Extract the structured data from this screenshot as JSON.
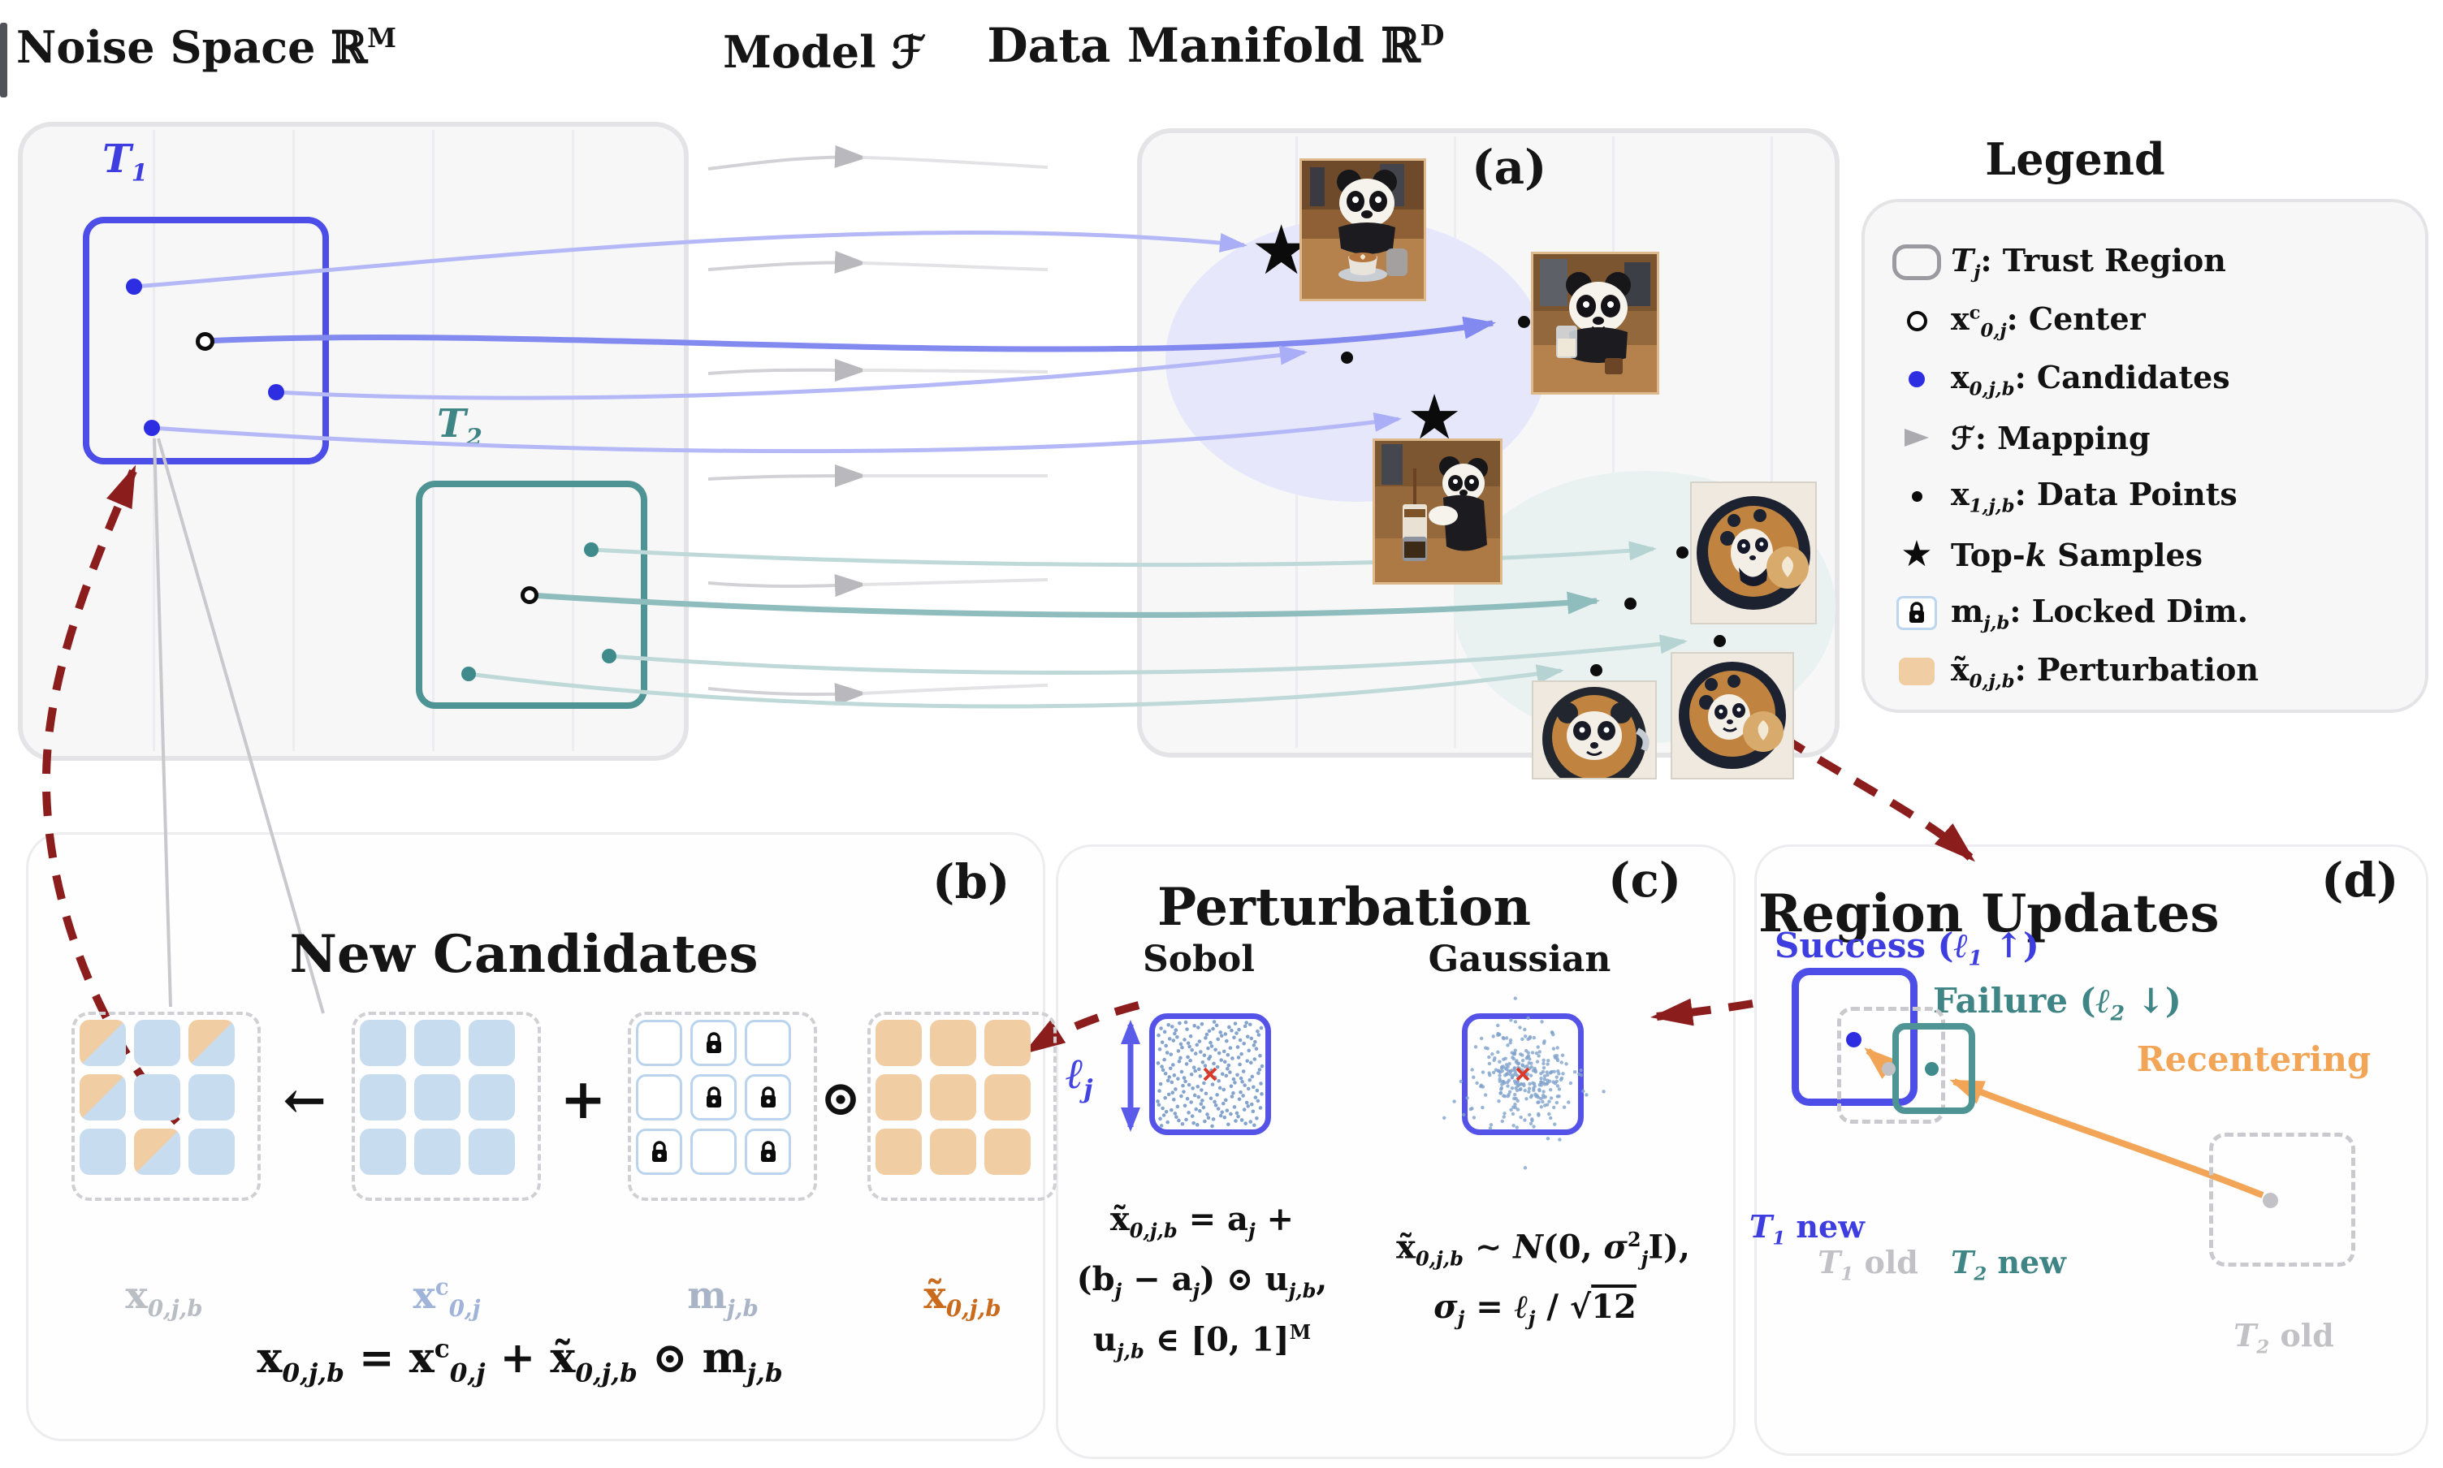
{
  "palette": {
    "trust_blue": "#4d4de8",
    "trust_teal": "#4f9494",
    "purple_arrow": "#a9aef6",
    "purple_arrow_strong": "#8289ef",
    "teal_arrow": "#b5d3d3",
    "teal_arrow_strong": "#8fbcbc",
    "gray_arrow": "#c3c3c7",
    "dark_red": "#8b1d1d",
    "orange": "#f2a557",
    "peach": "#f1cda3",
    "cell_blue": "#c8dcf0",
    "lavender_blob": "#e7e7fb",
    "teal_blob": "#e9f2f0",
    "gray_label": "#b9bdc4",
    "orange_label": "#c96a1d",
    "blue_label": "#9fb4d8",
    "red_x": "#d93a2b"
  },
  "titles": {
    "noise": [
      [
        "n",
        "Noise Space ℝ"
      ],
      [
        "p",
        "M"
      ]
    ],
    "model": [
      [
        "n",
        "Model ℱ"
      ]
    ],
    "manifold": [
      [
        "n",
        "Data Manifold ℝ"
      ],
      [
        "p",
        "D"
      ]
    ],
    "legend": "Legend"
  },
  "panel_labels": {
    "a": "(a)",
    "b": "(b)",
    "c": "(c)",
    "d": "(d)"
  },
  "noise": {
    "t1": [
      [
        "i",
        "T"
      ],
      [
        "s",
        "1"
      ]
    ],
    "t2": [
      [
        "i",
        "T"
      ],
      [
        "s",
        "2"
      ]
    ]
  },
  "manifold": {
    "photos": [
      "panda-cafe-latte",
      "panda-cafe-glass",
      "panda-pouring-coffee",
      "latte-art-panda-cup",
      "latte-art-panda-face",
      "latte-art-panda-heart"
    ]
  },
  "legend": {
    "items": [
      {
        "icon": "trust-region-icon",
        "label": [
          [
            "i",
            "T"
          ],
          [
            "s",
            "j"
          ],
          [
            "n",
            ": Trust Region"
          ]
        ]
      },
      {
        "icon": "center-icon",
        "label": [
          [
            "b",
            "x"
          ],
          [
            "p",
            "c"
          ],
          [
            "s",
            "0,j"
          ],
          [
            "n",
            ": Center"
          ]
        ]
      },
      {
        "icon": "candidate-icon",
        "label": [
          [
            "b",
            "x"
          ],
          [
            "s",
            "0,j,b"
          ],
          [
            "n",
            ": Candidates"
          ]
        ]
      },
      {
        "icon": "mapping-icon",
        "label": [
          [
            "n",
            "ℱ: Mapping"
          ]
        ]
      },
      {
        "icon": "data-point-icon",
        "label": [
          [
            "b",
            "x"
          ],
          [
            "s",
            "1,j,b"
          ],
          [
            "n",
            ": Data Points"
          ]
        ]
      },
      {
        "icon": "top-k-icon",
        "label": [
          [
            "n",
            "Top-"
          ],
          [
            "i",
            "k"
          ],
          [
            "n",
            " Samples"
          ]
        ]
      },
      {
        "icon": "locked-dim-icon",
        "label": [
          [
            "b",
            "m"
          ],
          [
            "s",
            "j,b"
          ],
          [
            "n",
            ": Locked Dim."
          ]
        ]
      },
      {
        "icon": "perturbation-icon",
        "label": [
          [
            "b",
            "x̃"
          ],
          [
            "s",
            "0,j,b"
          ],
          [
            "n",
            ": Perturbation"
          ]
        ]
      }
    ]
  },
  "panel_b": {
    "title": "New Candidates",
    "operators": {
      "assign": "←",
      "plus": "+",
      "odot": "⊙"
    },
    "grid_labels": [
      [
        [
          "b",
          "x"
        ],
        [
          "s",
          "0,j,b"
        ]
      ],
      [
        [
          "b",
          "x"
        ],
        [
          "p",
          "c"
        ],
        [
          "s",
          "0,j"
        ]
      ],
      [
        [
          "b",
          "m"
        ],
        [
          "s",
          "j,b"
        ]
      ],
      [
        [
          "b",
          "x̃"
        ],
        [
          "s",
          "0,j,b"
        ]
      ]
    ],
    "perturbed_cells": [
      [
        0,
        0
      ],
      [
        0,
        2
      ],
      [
        1,
        0
      ],
      [
        2,
        1
      ]
    ],
    "mask_locks": [
      [
        0,
        1
      ],
      [
        1,
        1
      ],
      [
        1,
        2
      ],
      [
        2,
        0
      ],
      [
        2,
        2
      ]
    ],
    "formula": [
      [
        "b",
        "x"
      ],
      [
        "s",
        "0,j,b"
      ],
      [
        "n",
        " = "
      ],
      [
        "b",
        "x"
      ],
      [
        "p",
        "c"
      ],
      [
        "s",
        "0,j"
      ],
      [
        "n",
        " + "
      ],
      [
        "b",
        "x̃"
      ],
      [
        "s",
        "0,j,b"
      ],
      [
        "n",
        " ⊙ "
      ],
      [
        "b",
        "m"
      ],
      [
        "s",
        "j,b"
      ]
    ]
  },
  "panel_c": {
    "title": "Perturbation",
    "sobol": "Sobol",
    "gaussian": "Gaussian",
    "lj": [
      [
        "i",
        "ℓ"
      ],
      [
        "s",
        "j"
      ]
    ],
    "sobol_eq": [
      [
        [
          "b",
          "x̃"
        ],
        [
          "s",
          "0,j,b"
        ],
        [
          "n",
          " = "
        ],
        [
          "b",
          "a"
        ],
        [
          "s",
          "j"
        ],
        [
          "n",
          " +"
        ]
      ],
      [
        [
          "n",
          "("
        ],
        [
          "b",
          "b"
        ],
        [
          "s",
          "j"
        ],
        [
          "n",
          " − "
        ],
        [
          "b",
          "a"
        ],
        [
          "s",
          "j"
        ],
        [
          "n",
          ") ⊙ "
        ],
        [
          "b",
          "u"
        ],
        [
          "s",
          "j,b"
        ],
        [
          "n",
          ","
        ]
      ],
      [
        [
          "b",
          "u"
        ],
        [
          "s",
          "j,b"
        ],
        [
          "n",
          " ∈ [0, 1]"
        ],
        [
          "p",
          "M"
        ]
      ]
    ],
    "gauss_eq": [
      [
        [
          "b",
          "x̃"
        ],
        [
          "s",
          "0,j,b"
        ],
        [
          "n",
          " ∼ "
        ],
        [
          "i",
          "N"
        ],
        [
          "n",
          "("
        ],
        [
          "b",
          "0"
        ],
        [
          "n",
          ", "
        ],
        [
          "i",
          "σ"
        ],
        [
          "p",
          "2"
        ],
        [
          "s",
          "j"
        ],
        [
          "b",
          "I"
        ],
        [
          "n",
          "),"
        ]
      ],
      [
        [
          "i",
          "σ"
        ],
        [
          "s",
          "j"
        ],
        [
          "n",
          " = "
        ],
        [
          "i",
          "ℓ"
        ],
        [
          "s",
          "j"
        ],
        [
          "n",
          " / √"
        ],
        [
          "ov",
          "12"
        ]
      ]
    ]
  },
  "panel_d": {
    "title": "Region Updates",
    "success": [
      [
        "n",
        "Success ("
      ],
      [
        "i",
        "ℓ"
      ],
      [
        "s",
        "1"
      ],
      [
        "n",
        " ↑)"
      ]
    ],
    "failure": [
      [
        "n",
        "Failure ("
      ],
      [
        "i",
        "ℓ"
      ],
      [
        "s",
        "2"
      ],
      [
        "n",
        " ↓)"
      ]
    ],
    "recentering": "Recentering",
    "t1_new": [
      [
        "i",
        "T"
      ],
      [
        "s",
        "1"
      ],
      [
        "n",
        " new"
      ]
    ],
    "t1_old": [
      [
        "i",
        "T"
      ],
      [
        "s",
        "1"
      ],
      [
        "n",
        " old"
      ]
    ],
    "t2_new": [
      [
        "i",
        "T"
      ],
      [
        "s",
        "2"
      ],
      [
        "n",
        " new"
      ]
    ],
    "t2_old": [
      [
        "i",
        "T"
      ],
      [
        "s",
        "2"
      ],
      [
        "n",
        " old"
      ]
    ]
  }
}
